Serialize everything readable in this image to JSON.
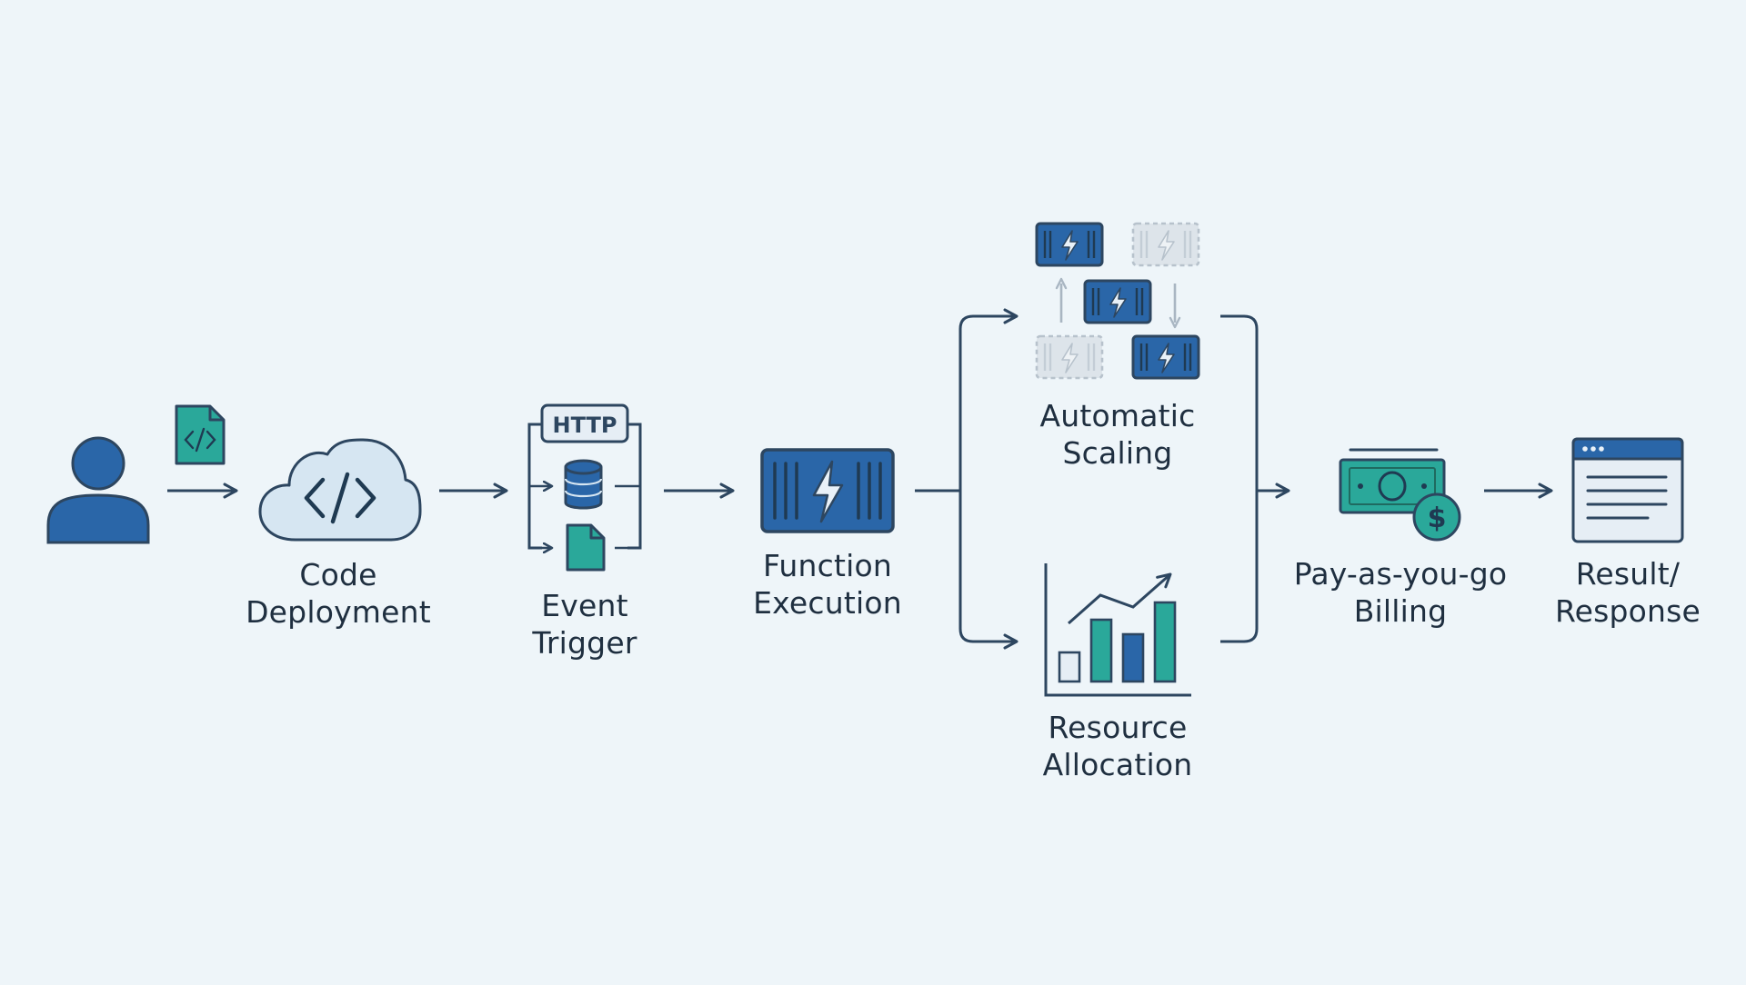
{
  "nodes": {
    "code_deployment": {
      "line1": "Code",
      "line2": "Deployment"
    },
    "event_trigger": {
      "line1": "Event",
      "line2": "Trigger",
      "http_tag": "HTTP"
    },
    "function_execution": {
      "line1": "Function",
      "line2": "Execution"
    },
    "automatic_scaling": {
      "line1": "Automatic",
      "line2": "Scaling"
    },
    "resource_allocation": {
      "line1": "Resource",
      "line2": "Allocation"
    },
    "billing": {
      "line1": "Pay-as-you-go",
      "line2": "Billing",
      "currency_symbol": "$"
    },
    "result": {
      "line1": "Result/",
      "line2": "Response"
    }
  },
  "icons": {
    "user": "user-icon",
    "code_file": "code-file-icon",
    "cloud": "cloud-code-icon",
    "database": "database-icon",
    "document": "document-icon",
    "function": "lightning-function-icon",
    "scaling": "scaling-instances-icon",
    "chart": "bar-chart-icon",
    "money": "money-bill-icon",
    "browser": "browser-window-icon"
  },
  "colors": {
    "primary_blue": "#2a66a8",
    "teal": "#2aa89a",
    "stroke": "#2d4660",
    "background": "#eef5f9",
    "faded": "#c9d3dc"
  }
}
